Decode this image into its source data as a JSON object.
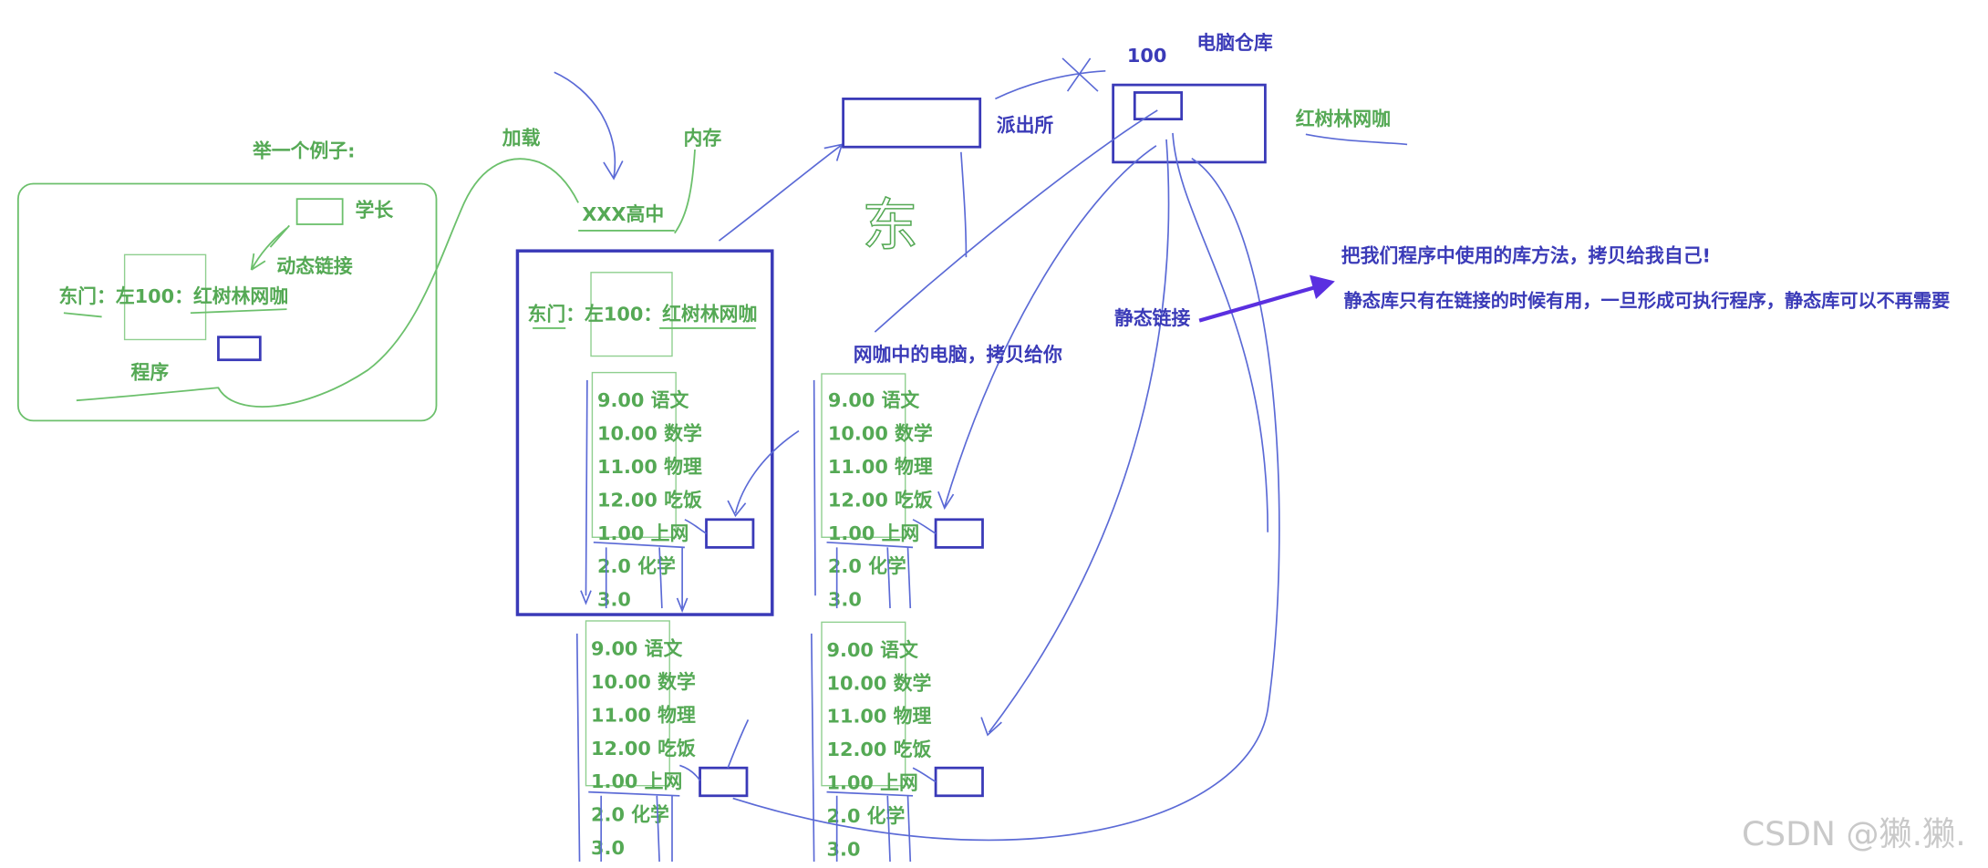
{
  "example_title": "举一个例子:",
  "program_panel": {
    "senior_label": "学长",
    "dynamic_link_label": "动态链接",
    "address": "东门：左100：红树林网咖",
    "program_label": "程序"
  },
  "load_label": "加载",
  "memory_label": "内存",
  "school": {
    "label": "XXX高中",
    "address": "东门：左100：红树林网咖"
  },
  "schedule": [
    "9.00 语文",
    "10.00 数学",
    "11.00 物理",
    "12.00 吃饭",
    "1.00 上网",
    "2.0  化学",
    "3.0"
  ],
  "police_station_label": "派出所",
  "east_scribble": "东",
  "computer_warehouse": {
    "count": "100",
    "label": "电脑仓库"
  },
  "internet_cafe_label": "红树林网咖",
  "cafe_copy_note": "网咖中的电脑，拷贝给你",
  "static_link_label": "静态链接",
  "notes": [
    "把我们程序中使用的库方法，拷贝给我自己!",
    "静态库只有在链接的时候有用，一旦形成可执行程序，静态库可以不再需要"
  ],
  "watermark": "CSDN @獭.獭.",
  "colors": {
    "green": "#55a955",
    "blue": "#3b3bb8",
    "arrow": "#5a2fe0",
    "watermark": "#c9c9c9"
  }
}
